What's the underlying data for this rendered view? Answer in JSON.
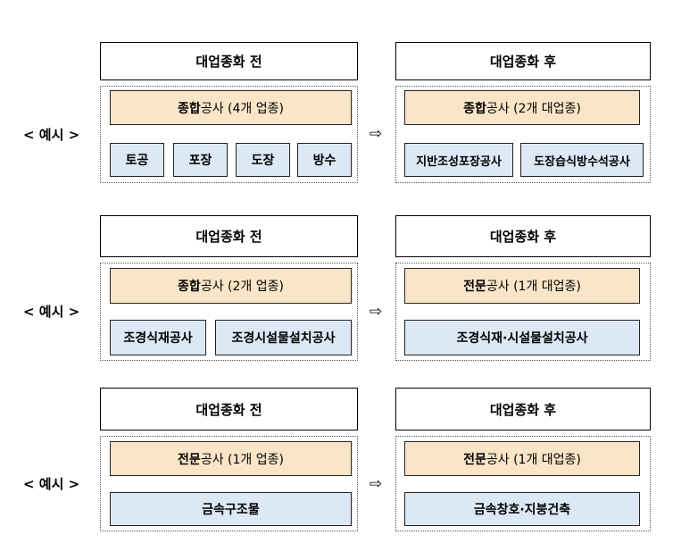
{
  "rows": [
    {
      "example_label": "< 예시 >",
      "before": {
        "header": "대업종화 전",
        "main": {
          "bold": "종합",
          "rest": "공사 (4개  업종)"
        },
        "items": [
          "토공",
          "포장",
          "도장",
          "방수"
        ]
      },
      "arrow": "⇨",
      "after": {
        "header": "대업종화 후",
        "main": {
          "bold": "종합",
          "rest": "공사 (2개  대업종)"
        },
        "items": [
          "지반조성포장공사",
          "도장습식방수석공사"
        ]
      }
    },
    {
      "example_label": "< 예시 >",
      "before": {
        "header": "대업종화 전",
        "main": {
          "bold": "종합",
          "rest": "공사 (2개  업종)"
        },
        "items": [
          "조경식재공사",
          "조경시설물설치공사"
        ]
      },
      "arrow": "⇨",
      "after": {
        "header": "대업종화 후",
        "main": {
          "bold": "전문",
          "rest": "공사 (1개  대업종)"
        },
        "items": [
          "조경식재·시설물설치공사"
        ]
      }
    },
    {
      "example_label": "< 예시 >",
      "before": {
        "header": "대업종화 전",
        "main": {
          "bold": "전문",
          "rest": "공사 (1개  업종)"
        },
        "items": [
          "금속구조물"
        ]
      },
      "arrow": "⇨",
      "after": {
        "header": "대업종화 후",
        "main": {
          "bold": "전문",
          "rest": "공사 (1개  대업종)"
        },
        "items": [
          "금속창호·지붕건축"
        ]
      }
    }
  ]
}
